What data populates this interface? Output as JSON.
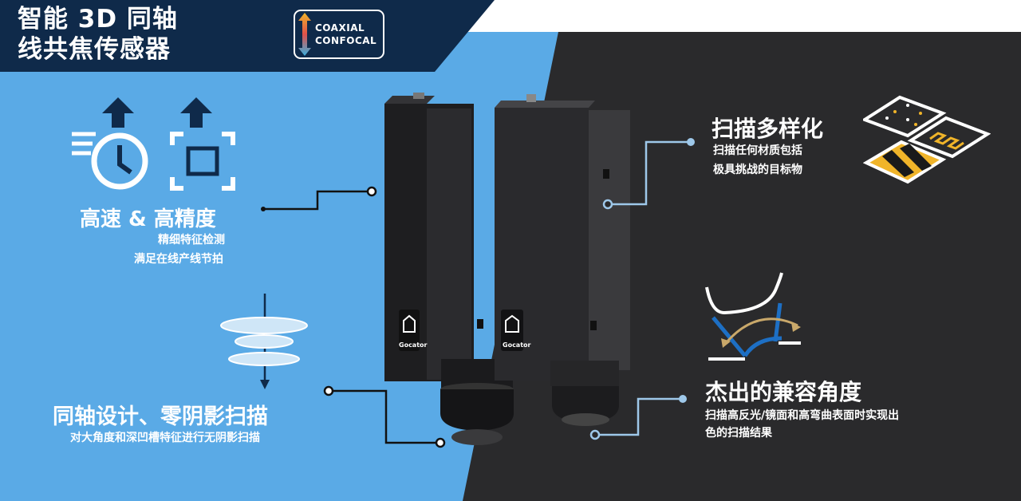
{
  "header": {
    "title_line1": "智能 3D 同轴",
    "title_line2": "线共焦传感器",
    "logo_line1": "COAXIAL",
    "logo_line2": "CONFOCAL"
  },
  "features": {
    "speed": {
      "heading": "高速 & 高精度",
      "line1": "精细特征检测",
      "line2": "满足在线产线节拍"
    },
    "coaxial": {
      "heading": "同轴设计、零阴影扫描",
      "line1": "对大角度和深凹槽特征进行无阴影扫描"
    },
    "versatile": {
      "heading": "扫描多样化",
      "line1": "扫描任何材质包括",
      "line2": "极具挑战的目标物"
    },
    "angle": {
      "heading": "杰出的兼容角度",
      "line1": "扫描高反光/镜面和高弯曲表面时实现出",
      "line2": "色的扫描结果"
    }
  },
  "product": {
    "brand_label": "Gocator"
  },
  "colors": {
    "navy": "#0f2a4a",
    "sky_blue": "#5aaae6",
    "dark_panel": "#2a2a2c",
    "accent_blue": "#1d6fc4",
    "gold": "#f0b429"
  },
  "icons": [
    "speed-clock-icon",
    "precision-frame-icon",
    "coaxial-disc-icon",
    "material-tiles-icon",
    "angle-surface-icon"
  ]
}
